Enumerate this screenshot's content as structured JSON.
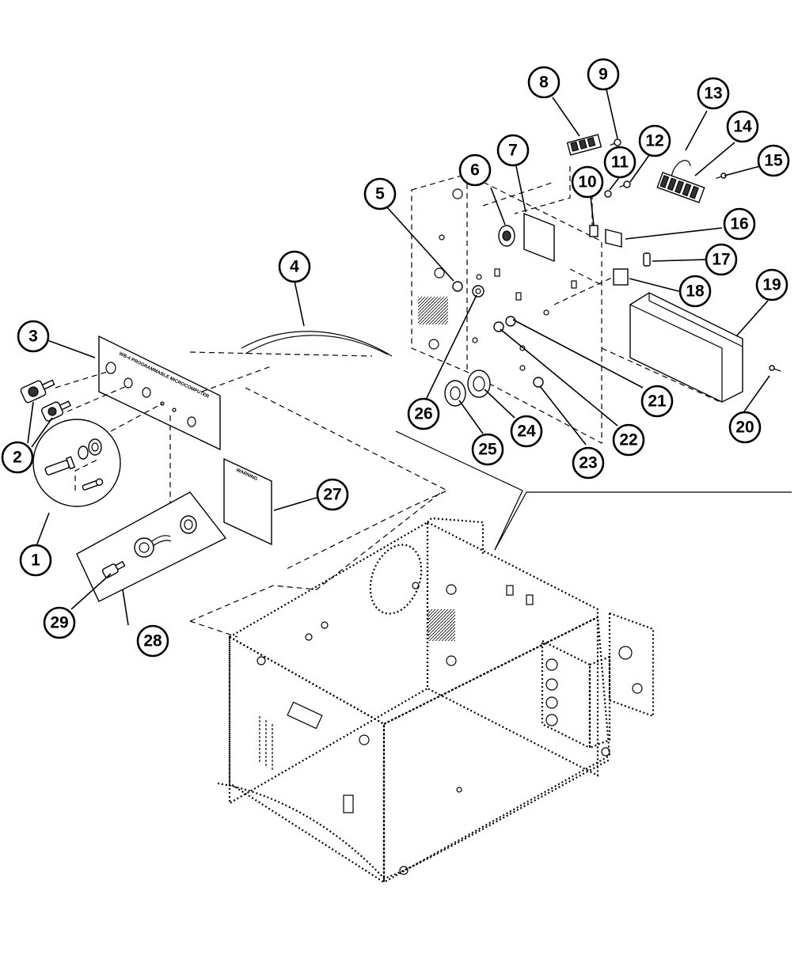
{
  "figure": {
    "plate_label": "WB-4 PROGRAMMABLE MICROCOMPUTER",
    "decal_label": "WARNING",
    "callouts": [
      {
        "id": "1"
      },
      {
        "id": "2"
      },
      {
        "id": "3"
      },
      {
        "id": "4"
      },
      {
        "id": "5"
      },
      {
        "id": "6"
      },
      {
        "id": "7"
      },
      {
        "id": "8"
      },
      {
        "id": "9"
      },
      {
        "id": "10"
      },
      {
        "id": "11"
      },
      {
        "id": "12"
      },
      {
        "id": "13"
      },
      {
        "id": "14"
      },
      {
        "id": "15"
      },
      {
        "id": "16"
      },
      {
        "id": "17"
      },
      {
        "id": "18"
      },
      {
        "id": "19"
      },
      {
        "id": "20"
      },
      {
        "id": "21"
      },
      {
        "id": "22"
      },
      {
        "id": "23"
      },
      {
        "id": "24"
      },
      {
        "id": "25"
      },
      {
        "id": "26"
      },
      {
        "id": "27"
      },
      {
        "id": "28"
      },
      {
        "id": "29"
      }
    ]
  }
}
